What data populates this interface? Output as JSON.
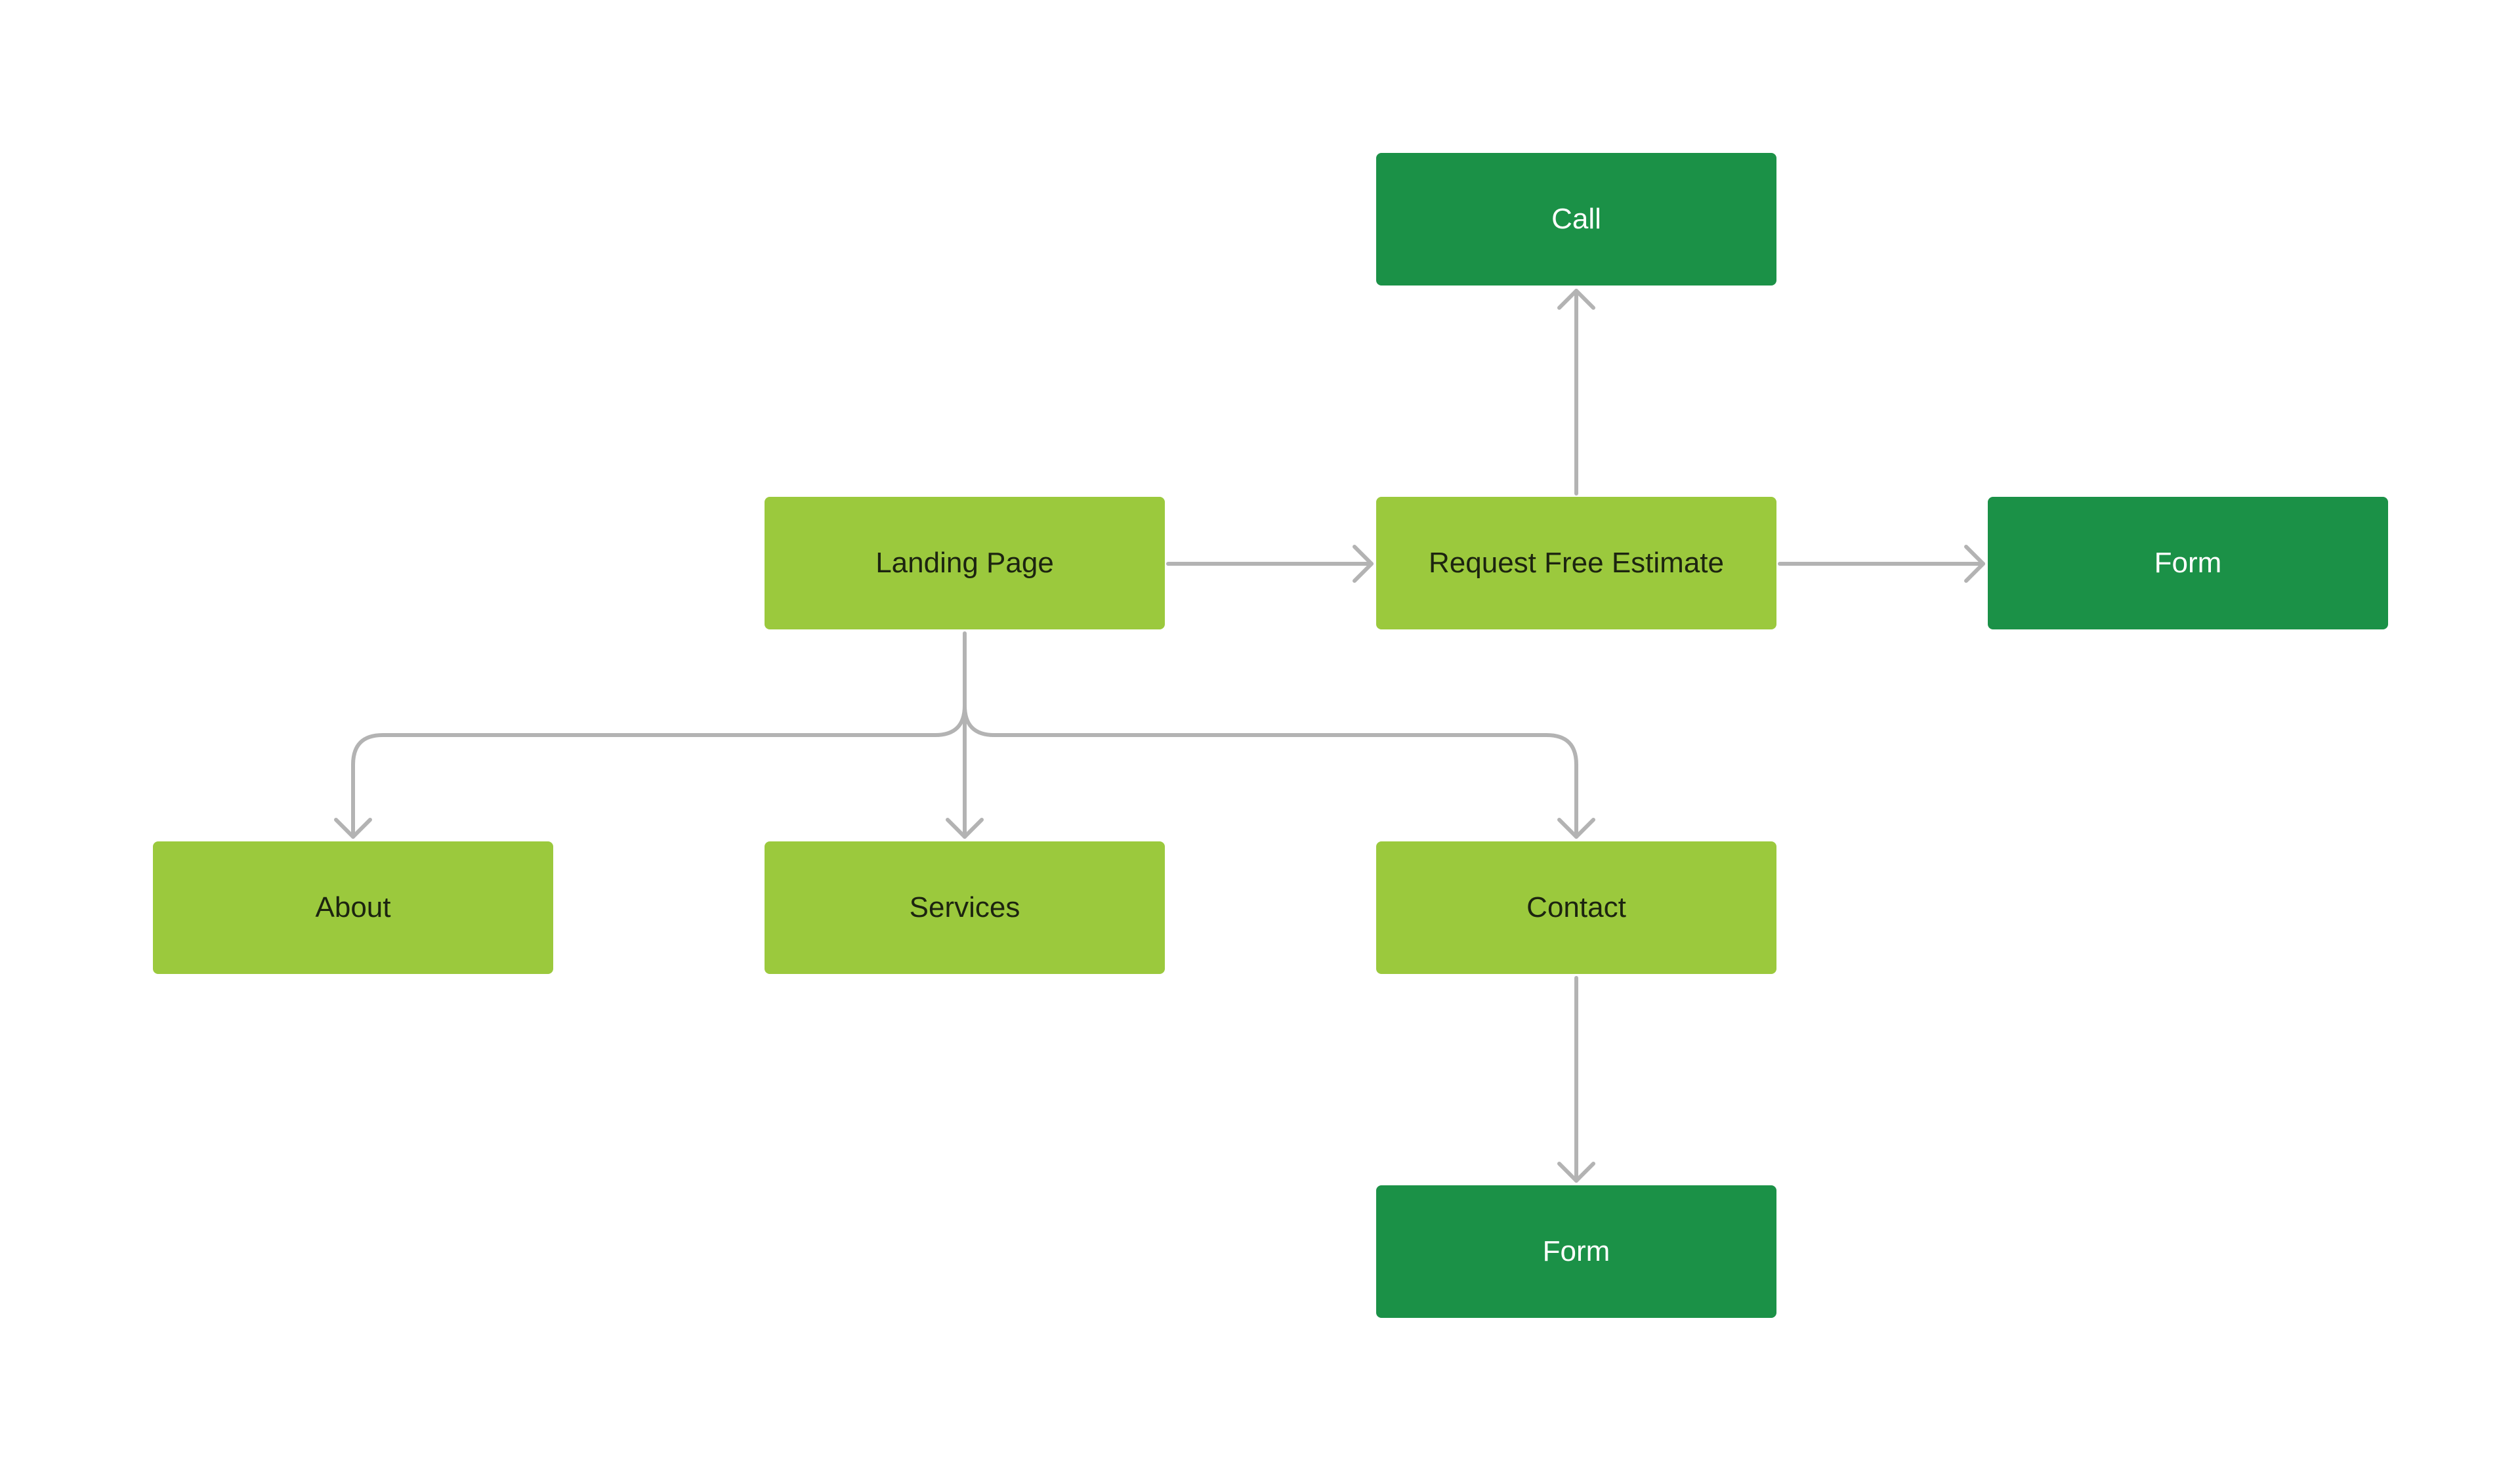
{
  "diagram": {
    "colors": {
      "primary_node": "#9bc93d",
      "secondary_node": "#1b9147",
      "connector": "#b3b3b3",
      "primary_text": "#1c2410",
      "secondary_text": "#ffffff"
    },
    "nodes": {
      "call": "Call",
      "landing_page": "Landing Page",
      "request_free_estimate": "Request Free Estimate",
      "form_estimate": "Form",
      "about": "About",
      "services": "Services",
      "contact": "Contact",
      "form_contact": "Form"
    },
    "edges": [
      {
        "from": "Landing Page",
        "to": "Request Free Estimate"
      },
      {
        "from": "Request Free Estimate",
        "to": "Call"
      },
      {
        "from": "Request Free Estimate",
        "to": "Form"
      },
      {
        "from": "Landing Page",
        "to": "About"
      },
      {
        "from": "Landing Page",
        "to": "Services"
      },
      {
        "from": "Landing Page",
        "to": "Contact"
      },
      {
        "from": "Contact",
        "to": "Form"
      }
    ]
  }
}
